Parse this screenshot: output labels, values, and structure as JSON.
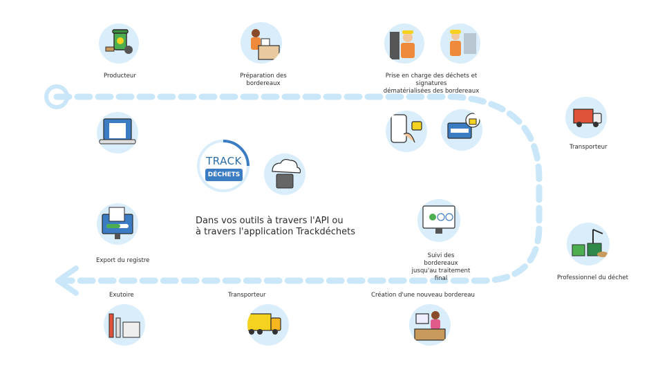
{
  "steps": {
    "producteur": "Producteur",
    "preparation": "Préparation des\nbordereaux",
    "prise_en_charge": "Prise en charge des déchets et signatures\ndématérialisées des bordereaux",
    "transporteur_right": "Transporteur",
    "professionnel": "Professionnel du déchet",
    "creation": "Création d'une nouveau bordereau",
    "transporteur_bottom": "Transporteur",
    "exutoire": "Exutoire",
    "export": "Export du registre",
    "suivi": "Suivi des bordereaux\njusqu'au traitement final"
  },
  "center": {
    "logo_track": "TRACK",
    "logo_dechets": "DÉCHETS",
    "caption_line1": "Dans vos outils à travers l'API ou",
    "caption_line2": "à travers l'application Trackdéchets"
  },
  "colors": {
    "flow": "#c9e7f8",
    "circle": "#d9eefa",
    "accent_blue": "#3b7cc3",
    "truck_red": "#e0533b",
    "truck_yellow": "#f5d21f",
    "bin_green": "#4cae4f"
  }
}
